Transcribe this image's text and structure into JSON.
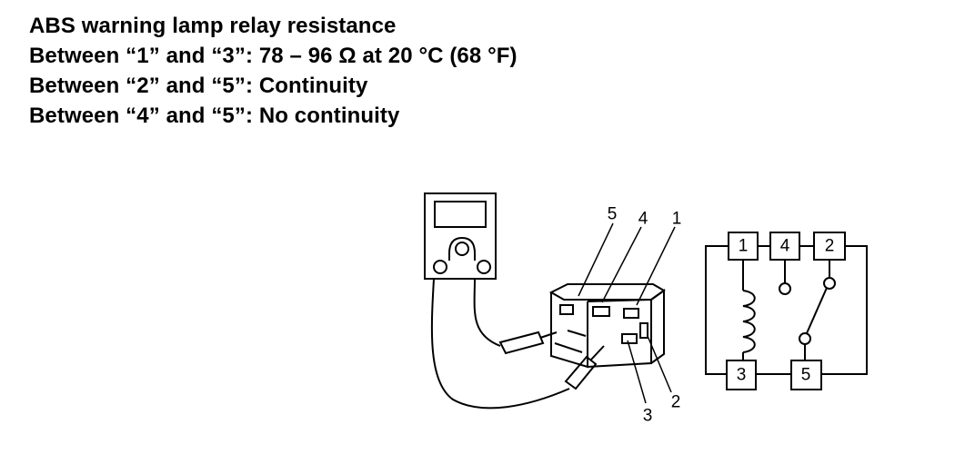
{
  "spec": {
    "title": "ABS warning lamp relay resistance",
    "lines": [
      "Between “1” and “3”: 78 – 96 Ω at 20 °C (68 °F)",
      "Between “2” and “5”: Continuity",
      "Between “4” and “5”: No continuity"
    ]
  },
  "relay_callouts": {
    "t5": "5",
    "t4": "4",
    "t1": "1",
    "t3": "3",
    "t2": "2"
  },
  "schematic": {
    "t1": "1",
    "t4": "4",
    "t2": "2",
    "t3": "3",
    "t5": "5"
  }
}
